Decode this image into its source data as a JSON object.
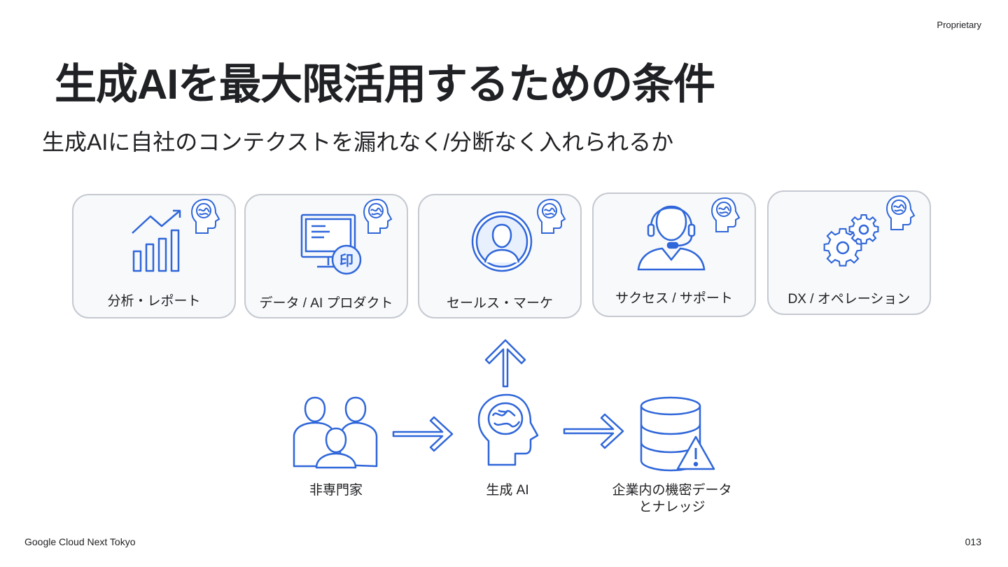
{
  "header": {
    "proprietary": "Proprietary"
  },
  "title": "生成AIを最大限活用するための条件",
  "subtitle": "生成AIに自社のコンテクストを漏れなく/分断なく入れられるか",
  "cards": [
    {
      "label": "分析・レポート",
      "icon": "chart-trend-icon"
    },
    {
      "label": "データ / AI プロダクト",
      "icon": "monitor-document-icon"
    },
    {
      "label": "セールス・マーケ",
      "icon": "person-avatar-icon"
    },
    {
      "label": "サクセス / サポート",
      "icon": "headset-agent-icon"
    },
    {
      "label": "DX / オペレーション",
      "icon": "gears-icon"
    }
  ],
  "flow": {
    "source": "非専門家",
    "center": "生成 AI",
    "target_line1": "企業内の機密データ",
    "target_line2": "とナレッジ"
  },
  "footer": {
    "left": "Google Cloud Next Tokyo",
    "page": "013"
  },
  "colors": {
    "accent": "#2f66d9",
    "card_bg": "#f8f9fb",
    "card_border": "#c5c9d0",
    "text": "#202124"
  }
}
